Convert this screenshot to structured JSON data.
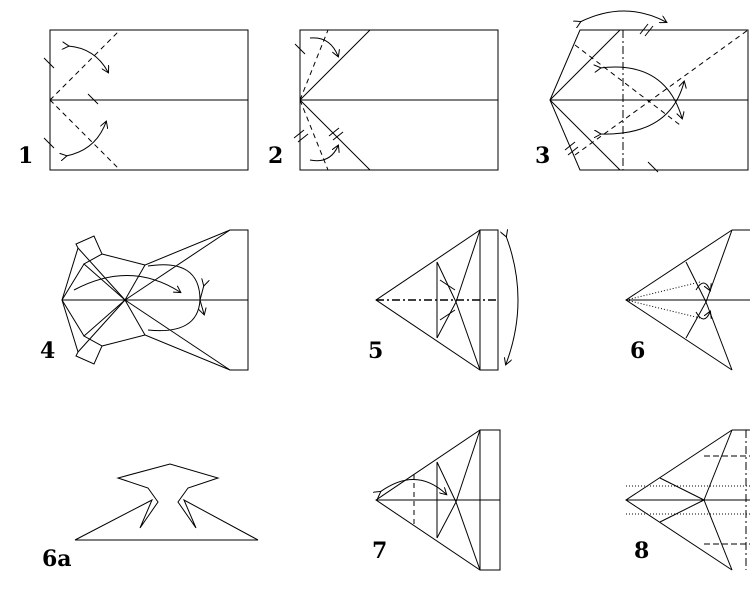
{
  "steps": [
    {
      "label": "1"
    },
    {
      "label": "2"
    },
    {
      "label": "3"
    },
    {
      "label": "4"
    },
    {
      "label": "5"
    },
    {
      "label": "6"
    },
    {
      "label": "6a"
    },
    {
      "label": "7"
    },
    {
      "label": "8"
    }
  ],
  "colors": {
    "ink": "#000000",
    "paper": "#ffffff"
  }
}
